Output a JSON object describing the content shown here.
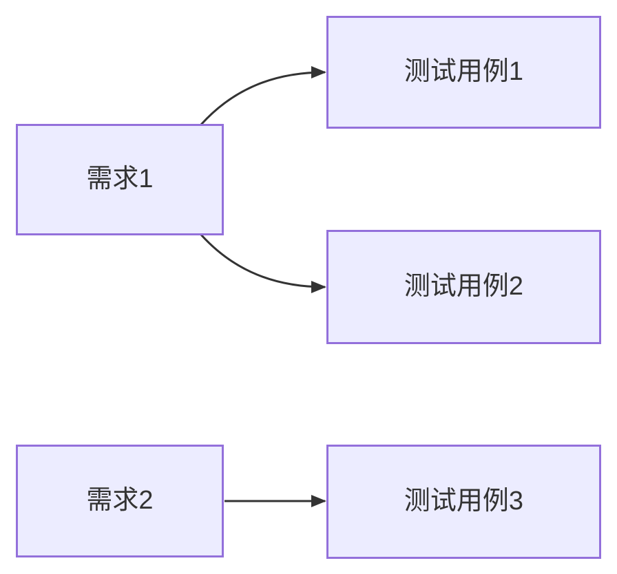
{
  "diagram": {
    "type": "flowchart",
    "direction": "left-to-right",
    "nodes": [
      {
        "id": "req1",
        "label": "需求1"
      },
      {
        "id": "tc1",
        "label": "测试用例1"
      },
      {
        "id": "tc2",
        "label": "测试用例2"
      },
      {
        "id": "req2",
        "label": "需求2"
      },
      {
        "id": "tc3",
        "label": "测试用例3"
      }
    ],
    "edges": [
      {
        "from": "需求1",
        "to": "测试用例1",
        "style": "curved"
      },
      {
        "from": "需求1",
        "to": "测试用例2",
        "style": "curved"
      },
      {
        "from": "需求2",
        "to": "测试用例3",
        "style": "straight"
      }
    ],
    "colors": {
      "node_fill": "#ECECFF",
      "node_border": "#9370DB",
      "edge_stroke": "#333333",
      "text": "#333333",
      "background": "#FFFFFF"
    }
  }
}
